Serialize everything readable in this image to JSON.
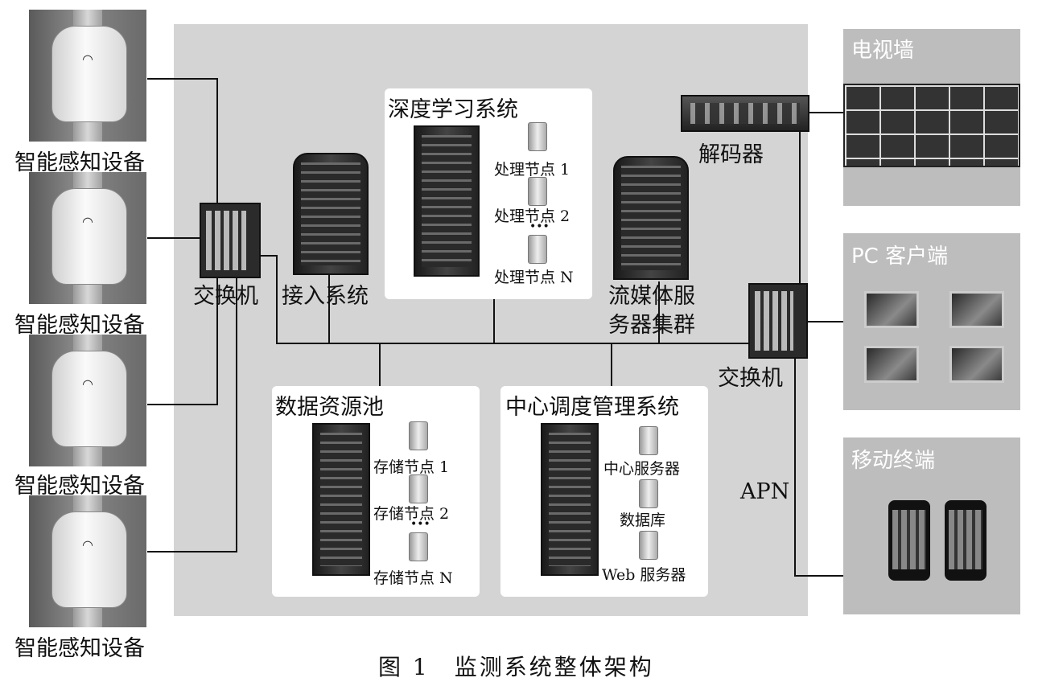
{
  "sensors": {
    "label": "智能感知设备"
  },
  "left_switch": {
    "label": "交换机"
  },
  "access": {
    "label": "接入系统"
  },
  "deep_learning": {
    "title": "深度学习系统",
    "nodes": [
      "处理节点 1",
      "处理节点 2",
      "处理节点 N"
    ],
    "ellipsis": "•••"
  },
  "streaming": {
    "label_line1": "流媒体服",
    "label_line2": "务器集群"
  },
  "decoder": {
    "label": "解码器"
  },
  "right_switch": {
    "label": "交换机"
  },
  "data_pool": {
    "title": "数据资源池",
    "nodes": [
      "存储节点 1",
      "存储节点 2",
      "存储节点 N"
    ],
    "ellipsis": "•••"
  },
  "center": {
    "title": "中心调度管理系统",
    "items": [
      "中心服务器",
      "数据库",
      "Web 服务器"
    ]
  },
  "clients": {
    "tv_wall": "电视墙",
    "pc": "PC 客户端",
    "mobile": "移动终端",
    "apn": "APN"
  },
  "caption": "图 1　监测系统整体架构"
}
